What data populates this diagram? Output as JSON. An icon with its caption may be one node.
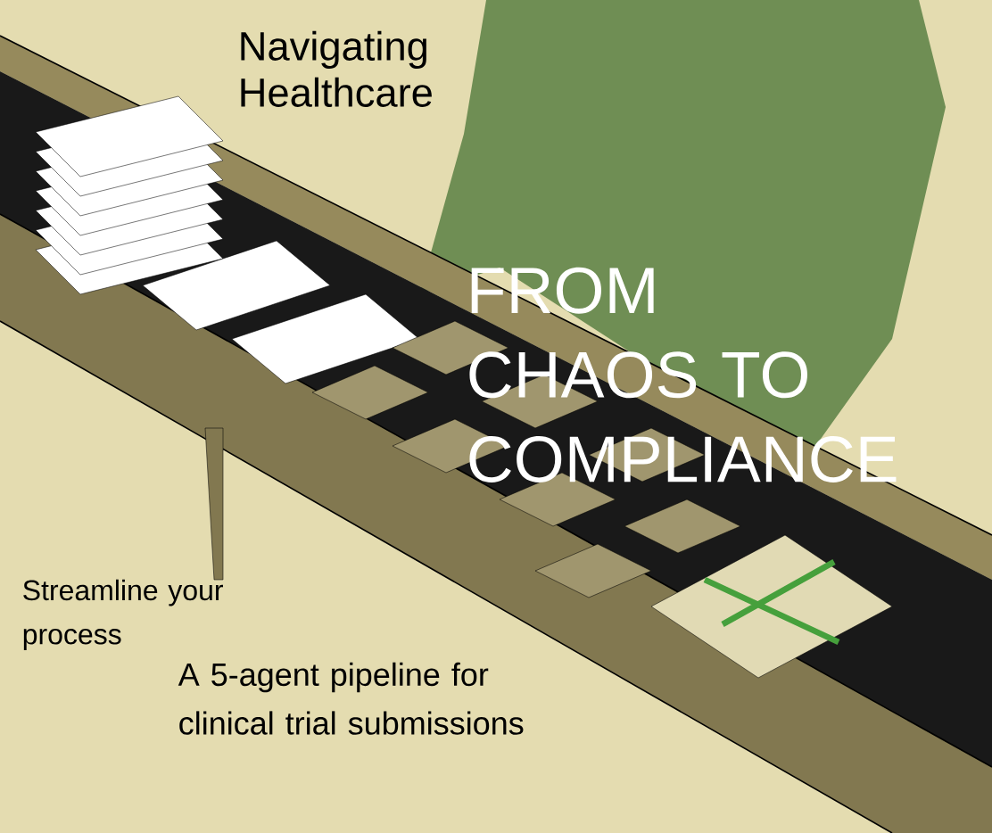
{
  "diagram": {
    "title": "FROM CHAOS TO COMPLIANCE",
    "labels": [
      "Navigating Healthcare",
      "Streamline your process",
      "A 5-agent pipeline for clinical trial submissions"
    ]
  }
}
